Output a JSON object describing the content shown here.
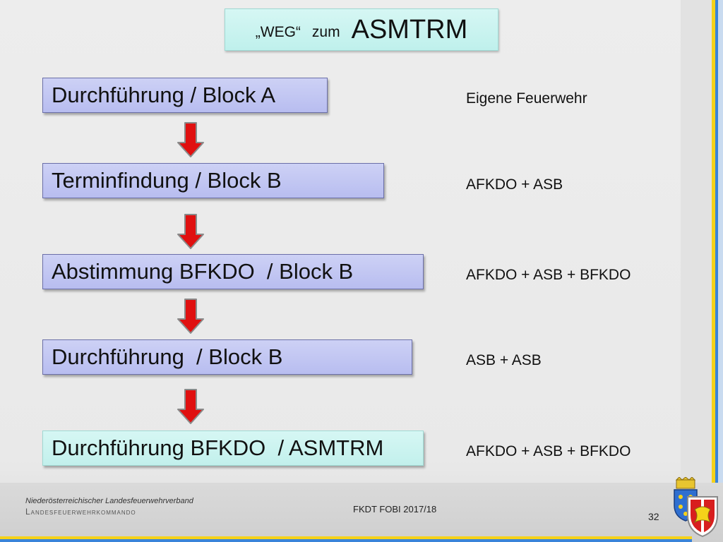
{
  "title": {
    "prefix": "„WEG“",
    "middle": "zum",
    "main": "ASMTRM"
  },
  "steps": [
    {
      "label": "Durchführung / Block A",
      "note": "Eigene Feuerwehr"
    },
    {
      "label": "Terminfindung / Block B",
      "note": "AFKDO + ASB"
    },
    {
      "label": "Abstimmung BFKDO  / Block B",
      "note": "AFKDO + ASB + BFKDO"
    },
    {
      "label": "Durchführung  / Block B",
      "note": "ASB + ASB"
    },
    {
      "label": "Durchführung BFKDO  / ASMTRM",
      "note": "AFKDO + ASB + BFKDO"
    }
  ],
  "footer": {
    "org_line1": "Niederösterreichischer Landesfeuerwehrverband",
    "org_line2": "Landesfeuerwehrkommando",
    "event": "FKDT FOBI 2017/18",
    "page": "32"
  },
  "colors": {
    "step_fill": "#c3c7f2",
    "final_step_fill": "#c8f2ee",
    "arrow_red": "#e01010",
    "accent_yellow": "#f5d21a",
    "accent_blue": "#3a84d8"
  },
  "icons": [
    "arrow-down-icon",
    "noe-coat-of-arms-icon",
    "fire-brigade-emblem-icon"
  ]
}
